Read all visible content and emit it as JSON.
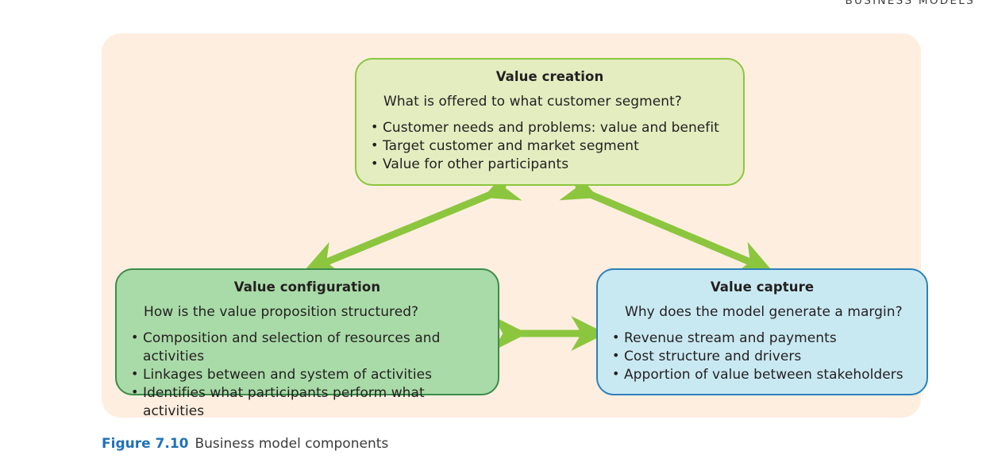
{
  "running_head": "BUSINESS MODELS",
  "panel": {
    "background_color": "#fdeee0"
  },
  "boxes": [
    {
      "id": "value-creation",
      "title": "Value creation",
      "question": "What is offered to what customer segment?",
      "bullets": [
        "Customer needs and problems: value and benefit",
        "Target customer and market segment",
        "Value for other participants"
      ],
      "fill_color": "#e3edc0",
      "border_color": "#8cc63e"
    },
    {
      "id": "value-configuration",
      "title": "Value configuration",
      "question": "How is the value proposition structured?",
      "bullets": [
        "Composition and selection of resources and activities",
        "Linkages between and system of activities",
        "Identifies what participants perform what activities"
      ],
      "fill_color": "#a9dba8",
      "border_color": "#3c8b4b"
    },
    {
      "id": "value-capture",
      "title": "Value capture",
      "question": "Why does the model generate a margin?",
      "bullets": [
        "Revenue stream and payments",
        "Cost structure and drivers",
        "Apportion of value between stakeholders"
      ],
      "fill_color": "#c9e9f2",
      "border_color": "#2e7fb8"
    }
  ],
  "arrows": [
    {
      "id": "creation-configuration",
      "from": "Value creation",
      "to": "Value configuration",
      "style": "double-headed",
      "color": "#8cc63e"
    },
    {
      "id": "creation-capture",
      "from": "Value creation",
      "to": "Value capture",
      "style": "double-headed",
      "color": "#8cc63e"
    },
    {
      "id": "configuration-capture",
      "from": "Value configuration",
      "to": "Value capture",
      "style": "double-headed",
      "color": "#8cc63e"
    }
  ],
  "caption": {
    "label": "Figure 7.10",
    "text": "Business model components",
    "label_color": "#1f71b8"
  }
}
